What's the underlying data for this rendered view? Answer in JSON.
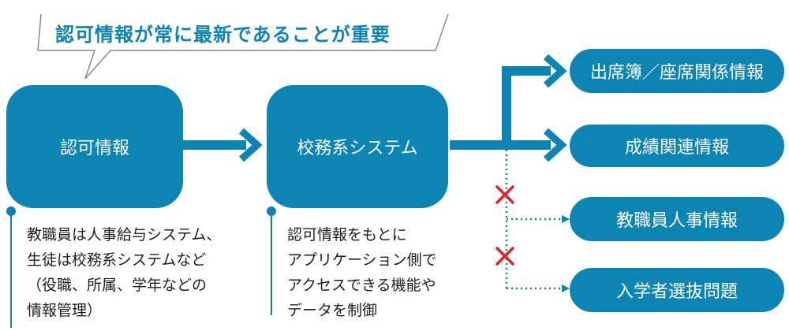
{
  "callout": {
    "text": "認可情報が常に最新であることが重要"
  },
  "nodes": {
    "auth": "認可情報",
    "school_system": "校務系システム"
  },
  "targets": [
    {
      "label": "出席簿／座席関係情報",
      "allowed": true
    },
    {
      "label": "成績関連情報",
      "allowed": true
    },
    {
      "label": "教職員人事情報",
      "allowed": false
    },
    {
      "label": "入学者選抜問題",
      "allowed": false
    }
  ],
  "descriptions": {
    "auth": "教職員は人事給与システム、\n生徒は校務系システムなど\n（役職、所属、学年などの\n情報管理）",
    "school_system": "認可情報をもとに\nアプリケーション側で\nアクセスできる機能や\nデータを制御"
  },
  "colors": {
    "accent": "#0c84b4",
    "deny": "#e8202a"
  }
}
